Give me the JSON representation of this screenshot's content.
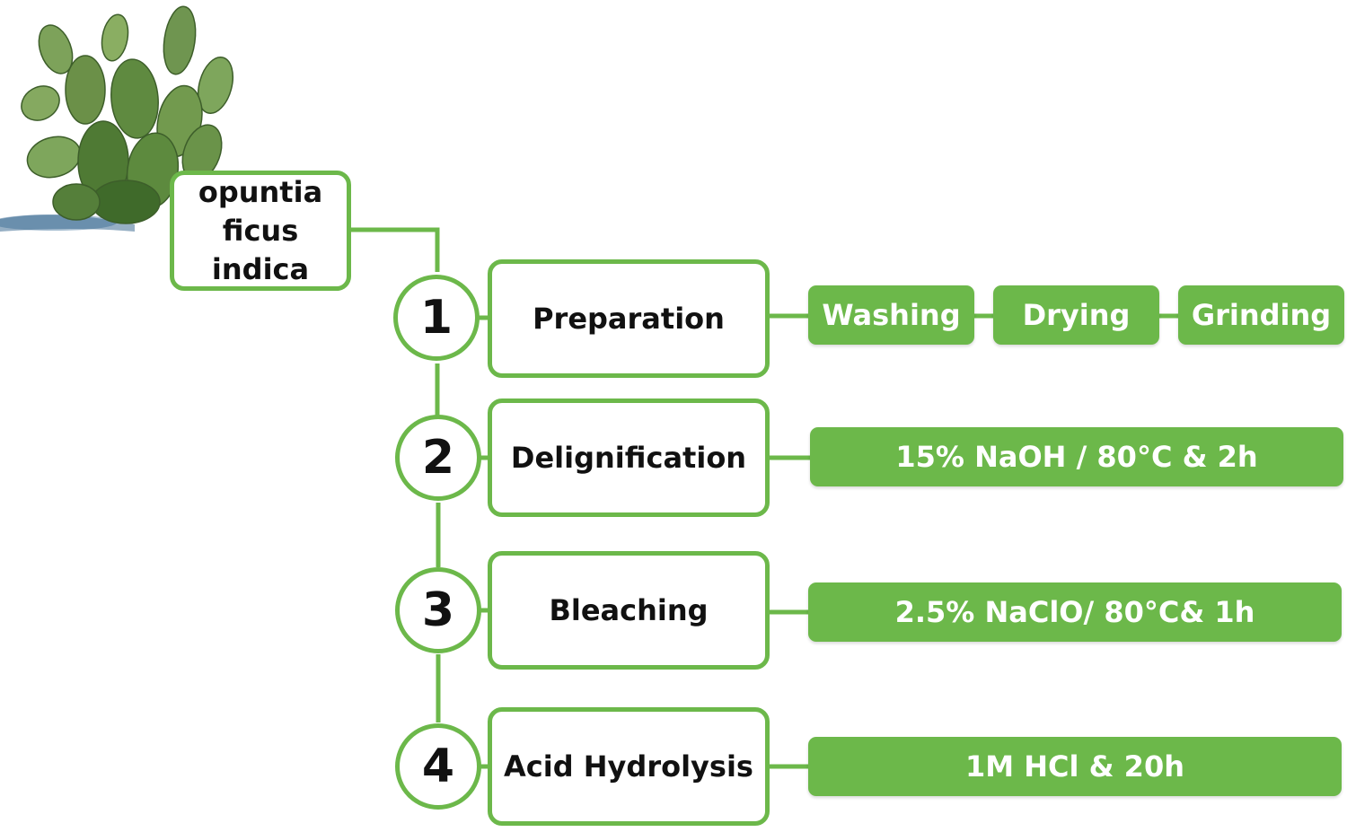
{
  "colors": {
    "accent": "#6cb84a",
    "text": "#111111",
    "detail_text": "#ffffff"
  },
  "source": {
    "name_lines": [
      "opuntia",
      "ficus",
      "indica"
    ],
    "image": "cactus-plant"
  },
  "steps": [
    {
      "number": "1",
      "label": "Preparation",
      "details": [
        "Washing",
        "Drying",
        "Grinding"
      ]
    },
    {
      "number": "2",
      "label": "Delignification",
      "details": [
        "15% NaOH / 80°C & 2h"
      ]
    },
    {
      "number": "3",
      "label": "Bleaching",
      "details": [
        "2.5% NaClO/ 80°C& 1h"
      ]
    },
    {
      "number": "4",
      "label": "Acid Hydrolysis",
      "details": [
        "1M HCl & 20h"
      ]
    }
  ]
}
